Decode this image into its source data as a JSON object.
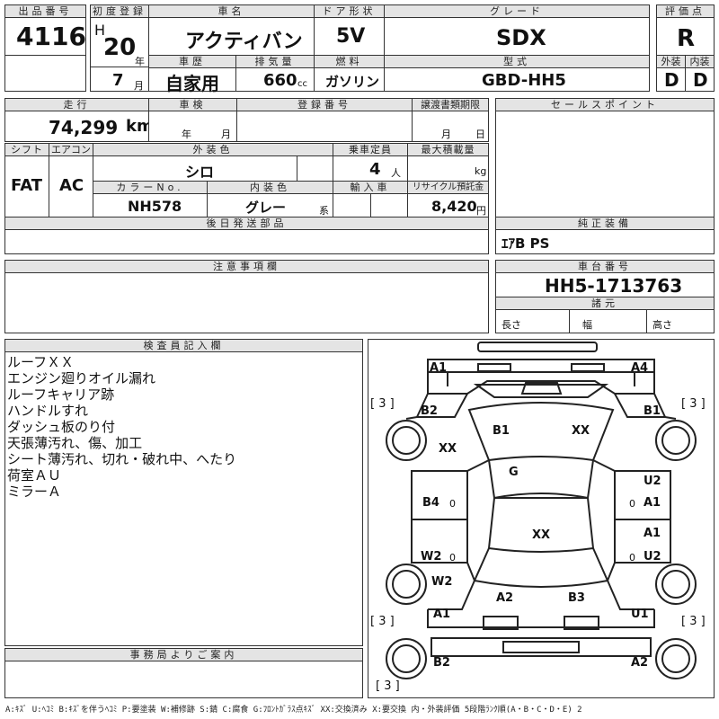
{
  "header": {
    "lot_label": "出品番号",
    "lot_no": "4116",
    "first_reg_label": "初度登録",
    "era": "H",
    "year_no": "20",
    "year_unit": "年",
    "month_no": "7",
    "month_unit": "月",
    "car_name_label": "車名",
    "car_name": "アクティバン",
    "door_label": "ドア形状",
    "door": "5V",
    "grade_label": "グレード",
    "grade": "SDX",
    "score_label": "評価点",
    "score": "R",
    "history_label": "車歴",
    "history": "自家用",
    "displacement_label": "排気量",
    "displacement": "660",
    "displacement_unit": "cc",
    "fuel_label": "燃料",
    "fuel": "ガソリン",
    "model_label": "型式",
    "model": "GBD-HH5",
    "exterior_label": "外装",
    "exterior": "D",
    "interior_label": "内装",
    "interior": "D"
  },
  "row2": {
    "mileage_label": "走行",
    "mileage": "74,299",
    "mileage_unit": "km",
    "inspection_label": "車検",
    "insp_year": "年",
    "insp_month": "月",
    "reg_no_label": "登録番号",
    "transfer_label": "譲渡書類期限",
    "transfer_month": "月",
    "transfer_day": "日",
    "shift_label": "シフト",
    "shift": "FAT",
    "ac_label": "エアコン",
    "ac": "AC",
    "ext_color_label": "外装色",
    "ext_color": "シロ",
    "capacity_label": "乗車定員",
    "capacity": "4",
    "capacity_unit": "人",
    "load_label": "最大積載量",
    "load_unit": "kg",
    "color_no_label": "カラーNo.",
    "color_no": "NH578",
    "int_color_label": "内装色",
    "int_color": "グレー",
    "int_suffix": "系",
    "import_label": "輸入車",
    "recycle_label": "リサイクル預託金",
    "recycle": "8,420",
    "recycle_unit": "円",
    "later_parts_label": "後日発送部品"
  },
  "sales_point_label": "セールスポイント",
  "genuine_label": "純正装備",
  "genuine": "ｴｱB PS",
  "notes_label": "注意事項欄",
  "chassis_label": "車台番号",
  "chassis": "HH5-1713763",
  "spec_label": "諸元",
  "len_label": "長さ",
  "width_label": "幅",
  "height_label": "高さ",
  "inspector_label": "検査員記入欄",
  "inspector_notes": [
    "ルーフＸＸ",
    "エンジン廻りオイル漏れ",
    "ルーフキャリア跡",
    "ハンドルすれ",
    "ダッシュ板のり付",
    "天張薄汚れ、傷、加工",
    "シート薄汚れ、切れ・破れ中、へたり",
    "荷室ＡＵ",
    "ミラーＡ"
  ],
  "office_label": "事務局よりご案内",
  "legend": "A:ｷｽﾞ U:ﾍｺﾐ B:ｷｽﾞを伴うﾍｺﾐ P:要塗装 W:補修跡 S:錆 C:腐食 G:ﾌﾛﾝﾄｶﾞﾗｽ点ｷｽﾞ XX:交換済み X:要交換 内・外装評価 5段階ﾗﾝｸ順(A・B・C・D・E) 2",
  "diagram": {
    "marks": [
      "A1",
      "A4",
      "[ 3 ]",
      "[ 3 ]",
      "B2",
      "B1",
      "XX",
      "B1",
      "XX",
      "G",
      "U2",
      "B4",
      "A1",
      "XX",
      "A1",
      "W2",
      "U2",
      "W2",
      "A2",
      "B3",
      "[ 3 ]",
      "A1",
      "U1",
      "[ 3 ]",
      "B2",
      "A2",
      "[ 3 ]"
    ],
    "small_zero": "0"
  }
}
